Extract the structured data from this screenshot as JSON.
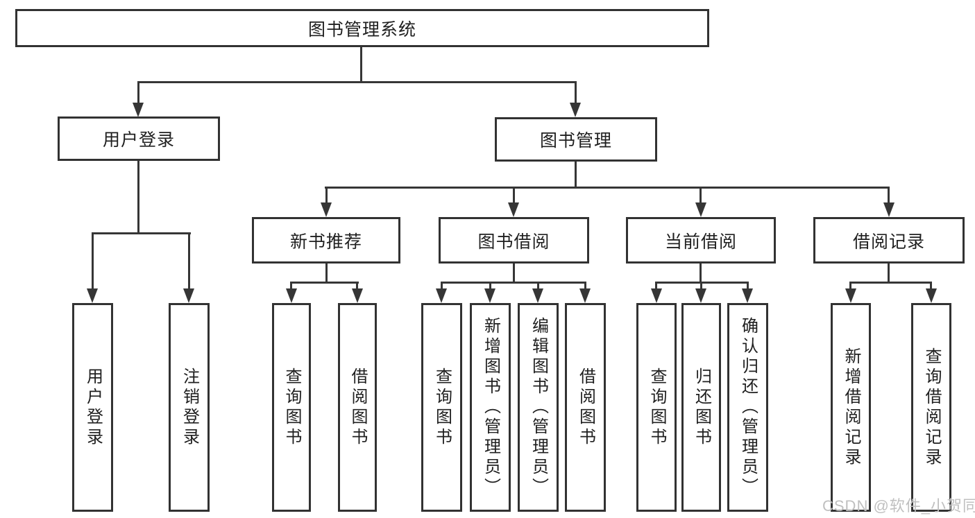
{
  "diagram": {
    "root": "图书管理系统",
    "branches": [
      {
        "label": "用户登录",
        "leaves": [
          "用户登录",
          "注销登录"
        ]
      },
      {
        "label": "图书管理",
        "groups": [
          {
            "label": "新书推荐",
            "leaves": [
              "查询图书",
              "借阅图书"
            ]
          },
          {
            "label": "图书借阅",
            "leaves": [
              "查询图书",
              "新增图书（管理员）",
              "编辑图书（管理员）",
              "借阅图书"
            ]
          },
          {
            "label": "当前借阅",
            "leaves": [
              "查询图书",
              "归还图书",
              "确认归还（管理员）"
            ]
          },
          {
            "label": "借阅记录",
            "leaves": [
              "新增借阅记录",
              "查询借阅记录"
            ]
          }
        ]
      }
    ]
  },
  "watermark": "CSDN @软件_小贺同学",
  "colors": {
    "line": "#363636",
    "border": "#323232",
    "text": "#1f1f1f",
    "watermark_color": "#c0c0c0",
    "background": "#ffffff"
  }
}
